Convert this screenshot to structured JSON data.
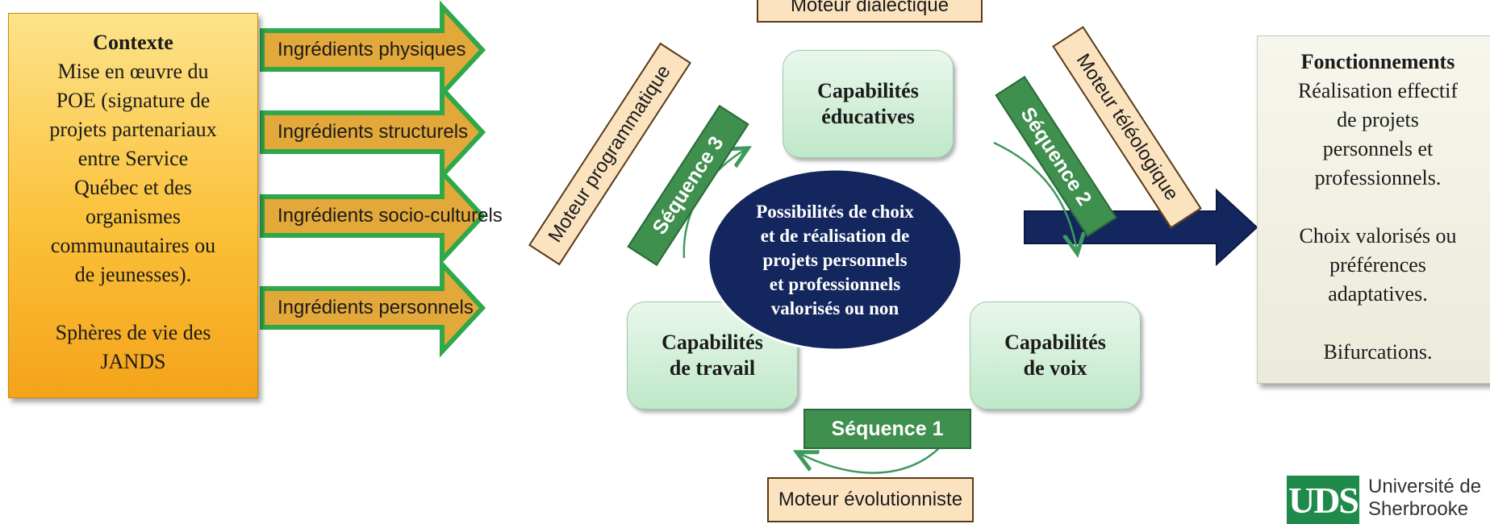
{
  "context": {
    "title": "Contexte",
    "body": "Mise en œuvre du\nPOE (signature de\nprojets partenariaux\nentre Service\nQuébec et des\norganismes\ncommunautaires ou\nde jeunesses).",
    "footer": "Sphères de vie des\nJANDS"
  },
  "ingredients": [
    {
      "label": "Ingrédients physiques"
    },
    {
      "label": "Ingrédients structurels"
    },
    {
      "label": "Ingrédients socio-culturels"
    },
    {
      "label": "Ingrédients personnels"
    }
  ],
  "capabilities": {
    "educative": "Capabilités\néducatives",
    "work": "Capabilités\nde travail",
    "voice": "Capabilités\nde voix"
  },
  "center": "Possibilités de choix\net de réalisation de\nprojets personnels\net professionnels\nvalorisés ou non",
  "motors": {
    "dialectic": "Moteur dialectique",
    "programmatic": "Moteur programmatique",
    "teleologic": "Moteur téléologique",
    "evolutionist": "Moteur évolutionniste"
  },
  "sequences": {
    "s1": "Séquence 1",
    "s2": "Séquence 2",
    "s3": "Séquence 3"
  },
  "outcomes": {
    "title": "Fonctionnements",
    "body": "Réalisation effectif\nde projets\npersonnels et\nprofessionnels.",
    "body2": "Choix valorisés ou\npréférences\nadaptatives.",
    "footer": "Bifurcations."
  },
  "logo": {
    "mark": "UDS",
    "text": "Université de\nSherbrooke"
  },
  "colors": {
    "ingredient_arrow_fill": "#e3a83a",
    "ingredient_arrow_border": "#2fa84a",
    "center_ellipse": "#13275e",
    "output_arrow": "#13275e",
    "cycle_arrow": "#3d9a5c"
  }
}
